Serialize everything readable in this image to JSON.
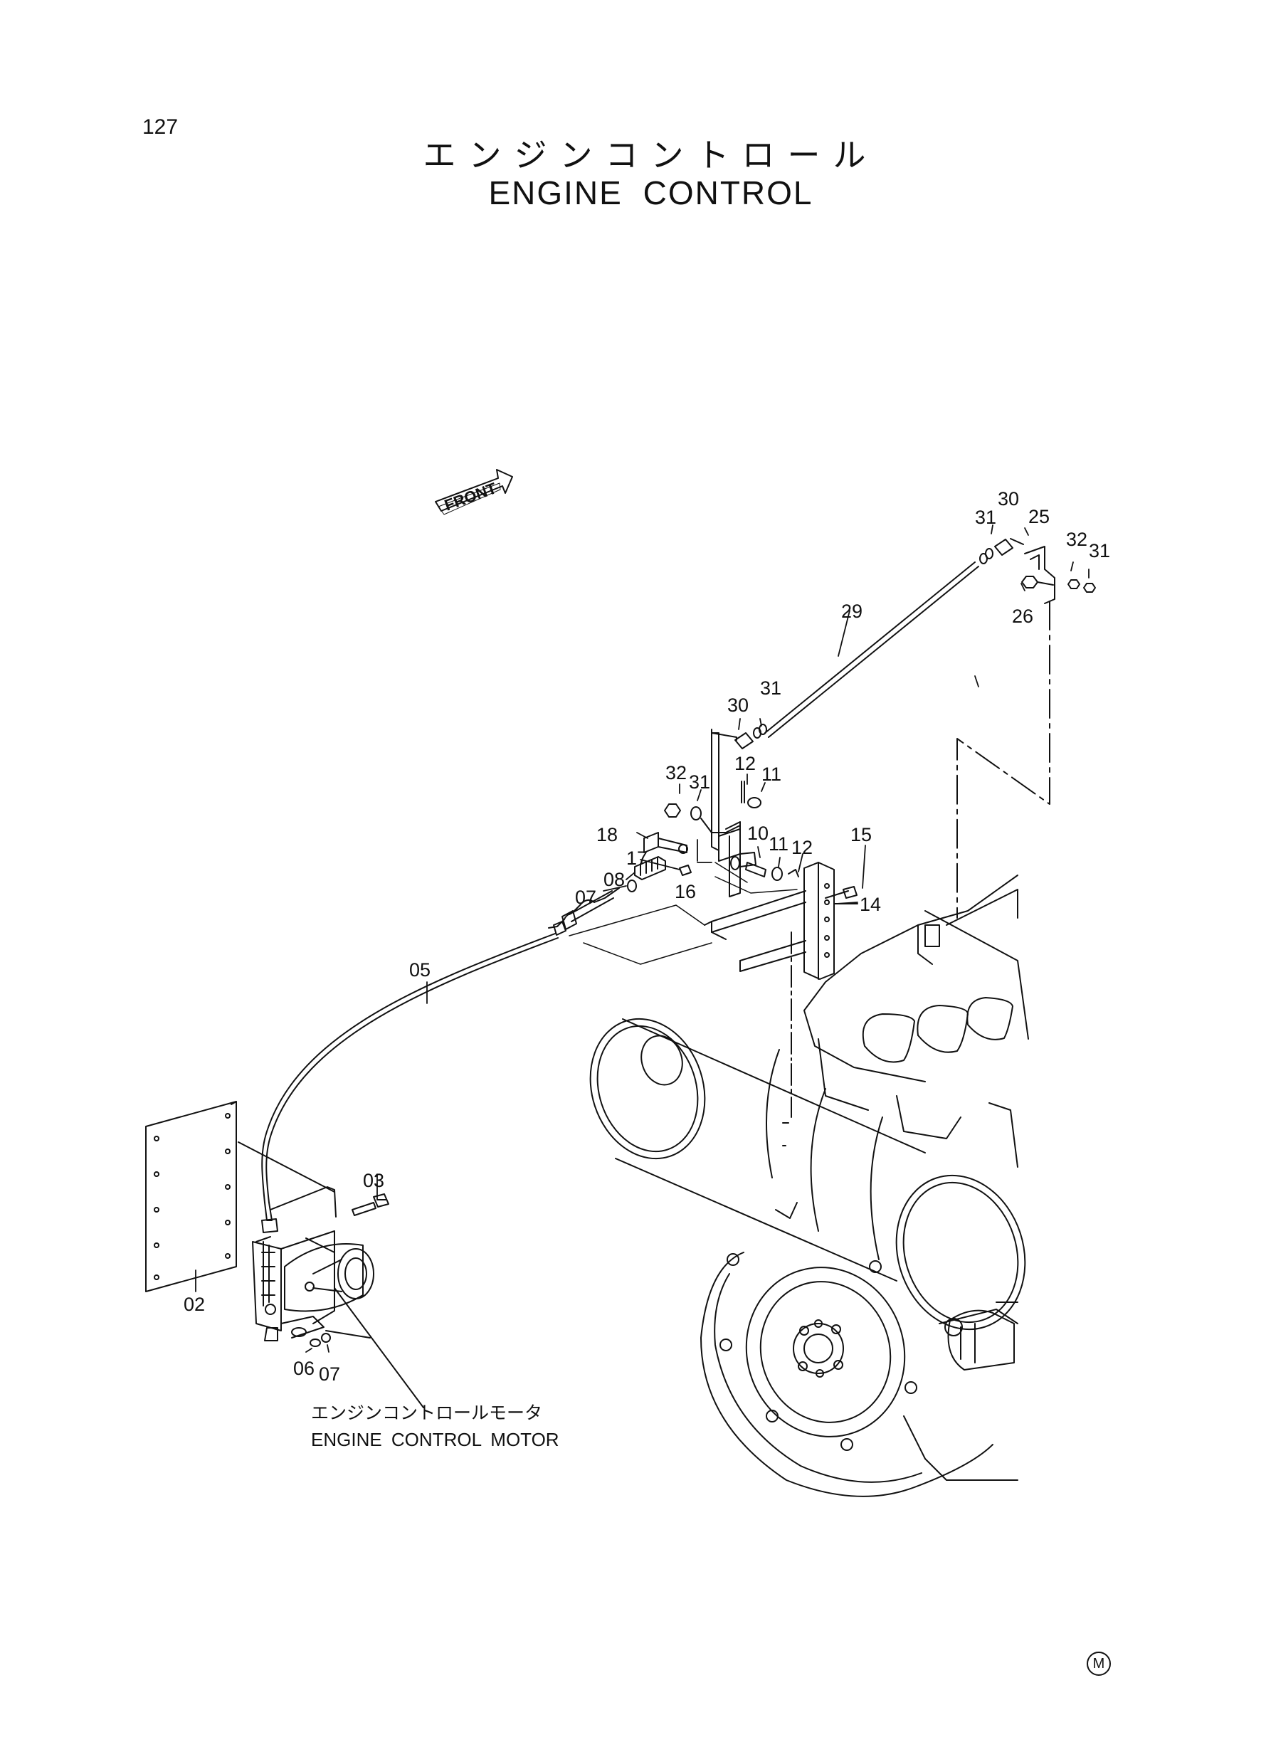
{
  "page_number": "127",
  "title_jp": "エンジンコントロール",
  "title_en": "ENGINE CONTROL",
  "front_label": "FRONT",
  "motor_label_jp": "エンジンコントロールモータ",
  "motor_label_en": "ENGINE CONTROL MOTOR",
  "mark": "M",
  "callouts": {
    "p02": "02",
    "p03": "03",
    "p05": "05",
    "p06": "06",
    "p07a": "07",
    "p07b": "07",
    "p08": "08",
    "p10": "10",
    "p11a": "11",
    "p11b": "11",
    "p12a": "12",
    "p12b": "12",
    "p14": "14",
    "p15": "15",
    "p16": "16",
    "p17": "17",
    "p18": "18",
    "p25": "25",
    "p26": "26",
    "p29": "29",
    "p30a": "30",
    "p30b": "30",
    "p31a": "31",
    "p31b": "31",
    "p31c": "31",
    "p31d": "31",
    "p32a": "32",
    "p32b": "32"
  }
}
